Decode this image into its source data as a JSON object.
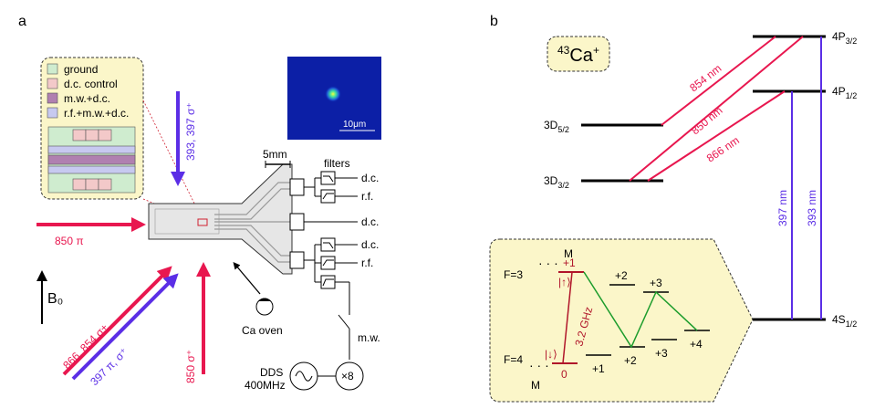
{
  "panel_a": {
    "label": "a",
    "legend": {
      "items": [
        {
          "label": "ground",
          "color": "#cfeccf"
        },
        {
          "label": "d.c. control",
          "color": "#f3c9c9"
        },
        {
          "label": "m.w.+d.c.",
          "color": "#b080b0"
        },
        {
          "label": "r.f.+m.w.+d.c.",
          "color": "#c7c9f0"
        }
      ]
    },
    "beams": {
      "top": "393, 397 σ⁺",
      "left": "850 π",
      "bottom": "850 σ⁺",
      "diag_red": "866, 854 σ±",
      "diag_blue": "397 π, σ⁺"
    },
    "b_field": "B₀",
    "scale_bar": "5mm",
    "image_scale": "10μm",
    "filters": "filters",
    "outputs": {
      "dc1": "d.c.",
      "rf1": "r.f.",
      "dc_mid": "d.c.",
      "dc2": "d.c.",
      "rf2": "r.f."
    },
    "mw": "m.w.",
    "oven": "Ca oven",
    "dds": [
      "DDS",
      "400MHz"
    ],
    "multiplier": "×8"
  },
  "panel_b": {
    "label": "b",
    "ion": {
      "mass": "43",
      "symbol": "Ca",
      "charge": "+"
    },
    "levels": {
      "p32": {
        "main": "4P",
        "sub": "3/2"
      },
      "p12": {
        "main": "4P",
        "sub": "1/2"
      },
      "d52": {
        "main": "3D",
        "sub": "5/2"
      },
      "d32": {
        "main": "3D",
        "sub": "3/2"
      },
      "s12": {
        "main": "4S",
        "sub": "1/2"
      }
    },
    "transitions": {
      "t854": "854 nm",
      "t850": "850 nm",
      "t866": "866 nm",
      "t397": "397 nm",
      "t393": "393 nm"
    },
    "hyperfine": {
      "f3": "F=3",
      "f4": "F=4",
      "m_top": "M",
      "m_bottom": "M",
      "up_state": "|↑⟩",
      "down_state": "|↓⟩",
      "freq": "3.2 GHz",
      "sub_top": [
        "+1",
        "+2",
        "+3"
      ],
      "sub_bottom": [
        "0",
        "+1",
        "+2",
        "+3",
        "+4"
      ]
    },
    "colors": {
      "red": "#e8174f",
      "blue": "#5b2ee6",
      "green": "#1c9c2c",
      "darkred": "#b0152a",
      "box": "#fbf6c9"
    }
  }
}
